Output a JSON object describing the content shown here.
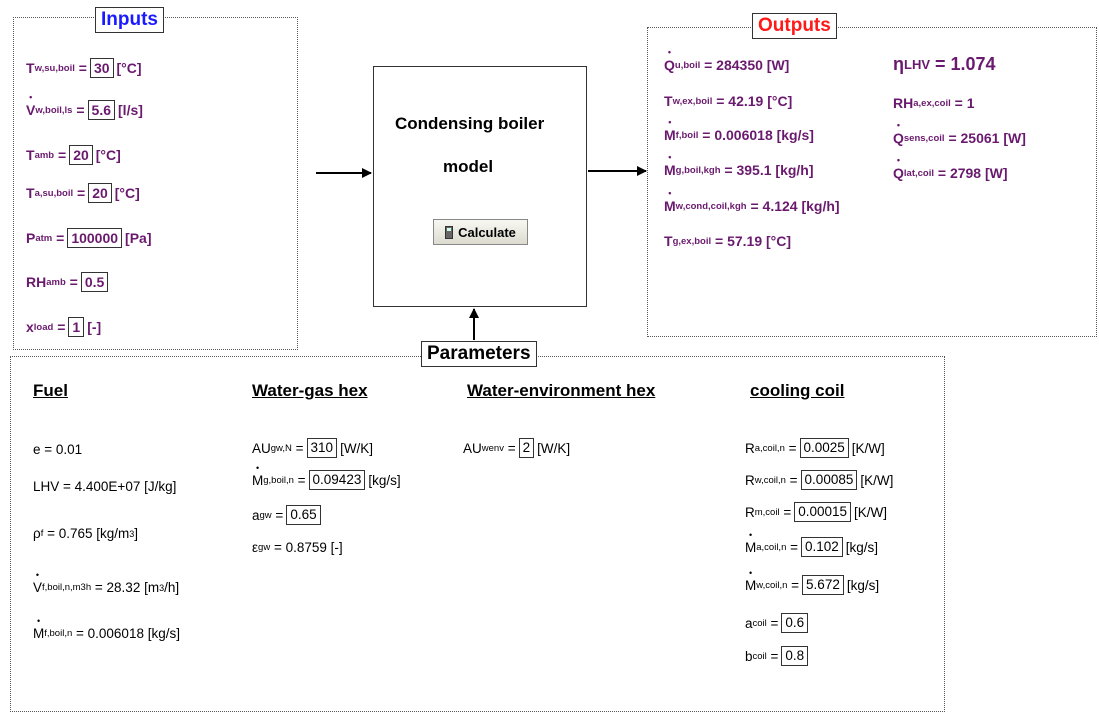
{
  "inputs": {
    "title": "Inputs",
    "t_w_su": {
      "label": "T",
      "sub": "w,su,boil",
      "value": "30",
      "unit": "[°C]"
    },
    "v_w": {
      "label": "V",
      "sub": "w,boil,ls",
      "value": "5.6",
      "unit": "[l/s]"
    },
    "t_amb": {
      "label": "T",
      "sub": "amb",
      "value": "20",
      "unit": "[°C]"
    },
    "t_a_su": {
      "label": "T",
      "sub": "a,su,boil",
      "value": "20",
      "unit": "[°C]"
    },
    "p_atm": {
      "label": "P",
      "sub": "atm",
      "value": "100000",
      "unit": "[Pa]"
    },
    "rh_amb": {
      "label": "RH",
      "sub": "amb",
      "value": "0.5"
    },
    "x_load": {
      "label": "x",
      "sub": "load",
      "value": "1",
      "unit": "[-]"
    }
  },
  "outputs": {
    "title": "Outputs",
    "q_u": {
      "label": "Q",
      "sub": "u,boil",
      "text": "= 284350 [W]"
    },
    "t_w_ex": {
      "label": "T",
      "sub": "w,ex,boil",
      "text": "= 42.19 [°C]"
    },
    "m_f": {
      "label": "M",
      "sub": "f,boil",
      "text": "= 0.006018 [kg/s]"
    },
    "m_g": {
      "label": "M",
      "sub": "g,boil,kgh",
      "text": "= 395.1 [kg/h]"
    },
    "m_w_cond": {
      "label": "M",
      "sub": "w,cond,coil,kgh",
      "text": "= 4.124 [kg/h]"
    },
    "t_g_ex": {
      "label": "T",
      "sub": "g,ex,boil",
      "text": "= 57.19 [°C]"
    },
    "eta": {
      "label": "η",
      "sub": "LHV",
      "text": "= 1.074"
    },
    "rh_a_ex": {
      "label": "RH",
      "sub": "a,ex,coil",
      "text": "= 1"
    },
    "q_sens": {
      "label": "Q",
      "sub": "sens,coil",
      "text": "= 25061 [W]"
    },
    "q_lat": {
      "label": "Q",
      "sub": "lat,coil",
      "text": "= 2798 [W]"
    }
  },
  "model": {
    "line1": "Condensing boiler",
    "line2": "model",
    "calculate_label": "Calculate"
  },
  "parameters": {
    "title": "Parameters",
    "fuel": {
      "heading": "Fuel",
      "e": "e = 0.01",
      "lhv": "LHV = 4.400E+07 [J/kg]",
      "rho_label": "ρ",
      "rho_sub": "f",
      "rho_text": "= 0.765 [kg/m",
      "rho_exp": "3",
      "rho_end": "]",
      "v_label": "V",
      "v_sub": "f,boil,n,m3h",
      "v_text": "= 28.32 [m",
      "v_exp": "3",
      "v_end": "/h]",
      "m_label": "M",
      "m_sub": "f,boil,n",
      "m_text": "= 0.006018 [kg/s]"
    },
    "water_gas": {
      "heading": "Water-gas hex",
      "au": {
        "label": "AU",
        "sub": "gw,N",
        "value": "310",
        "unit": "[W/K]"
      },
      "m_g": {
        "label": "M",
        "sub": "g,boil,n",
        "value": "0.09423",
        "unit": "[kg/s]"
      },
      "a_gw": {
        "label": "a",
        "sub": "gw",
        "value": "0.65"
      },
      "eps": {
        "label": "ε",
        "sub": "gw",
        "text": "= 0.8759 [-]"
      }
    },
    "water_env": {
      "heading": "Water-environment hex",
      "au": {
        "label": "AU",
        "sub": "wenv",
        "value": "2",
        "unit": "[W/K]"
      }
    },
    "cooling_coil": {
      "heading": "cooling coil",
      "r_a": {
        "label": "R",
        "sub": "a,coil,n",
        "value": "0.0025",
        "unit": "[K/W]"
      },
      "r_w": {
        "label": "R",
        "sub": "w,coil,n",
        "value": "0.00085",
        "unit": "[K/W]"
      },
      "r_m": {
        "label": "R",
        "sub": "m,coil",
        "value": "0.00015",
        "unit": "[K/W]"
      },
      "m_a": {
        "label": "M",
        "sub": "a,coil,n",
        "value": "0.102",
        "unit": "[kg/s]"
      },
      "m_w": {
        "label": "M",
        "sub": "w,coil,n",
        "value": "5.672",
        "unit": "[kg/s]"
      },
      "a_coil": {
        "label": "a",
        "sub": "coil",
        "value": "0.6"
      },
      "b_coil": {
        "label": "b",
        "sub": "coil",
        "value": "0.8"
      }
    }
  },
  "colors": {
    "inputs_title": "#1a1aff",
    "outputs_title": "#ff1a1a",
    "value_purple": "#6a1a6e"
  }
}
